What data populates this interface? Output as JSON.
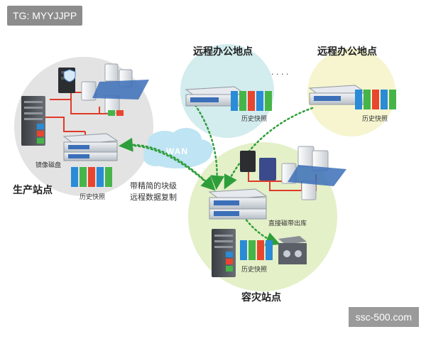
{
  "tag": "TG: MYYJJPP",
  "watermark": "ssc-500.com",
  "labels": {
    "remote_office_1": "远程办公地点",
    "remote_office_2": "远程办公地点",
    "dots": "· · · ·",
    "production_site": "生产站点",
    "disaster_site": "容灾站点",
    "mirror_disk": "镜像磁盘",
    "history_snapshot_prod": "历史快照",
    "history_snapshot_remote1": "历史快照",
    "history_snapshot_remote2": "历史快照",
    "history_snapshot_dr": "历史快照",
    "wan": "WAN",
    "replication_line1": "带精简的块级",
    "replication_line2": "远程数据复制",
    "direct_tape": "直接磁带出库"
  },
  "colors": {
    "production_circle": "#e3e3e3",
    "remote1_circle": "#d3ecee",
    "remote2_circle": "#f6f5cf",
    "dr_circle": "#e4f0c8",
    "link_green": "#2e9e3a",
    "lan_red": "#e03a2a",
    "wan_cloud": "#bfe4f3",
    "appliance_blue": "#3b6fb8"
  }
}
